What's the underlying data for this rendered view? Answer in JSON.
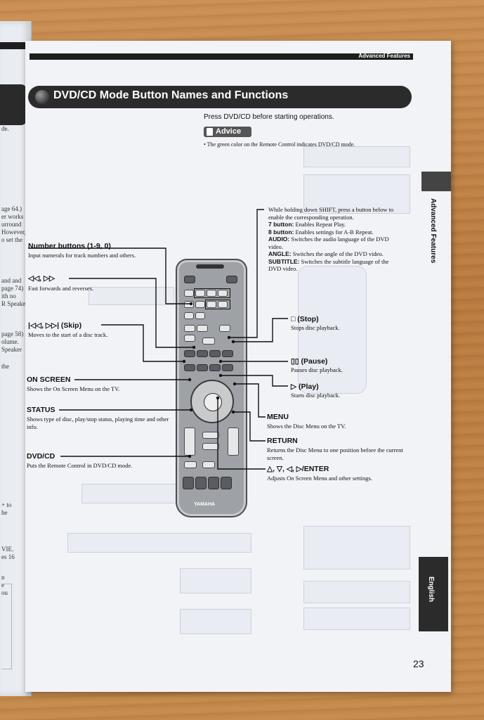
{
  "header": {
    "section": "Advanced Features",
    "title": "DVD/CD Mode Button Names and Functions"
  },
  "intro": "Press DVD/CD before starting operations.",
  "advice": {
    "label": "Advice",
    "text": "• The green color on the Remote Control indicates DVD/CD mode."
  },
  "shift_block": {
    "intro": "While holding down SHIFT, press a button below to enable the corresponding operation.",
    "b7_label": "7 button:",
    "b7_text": "Enables Repeat Play.",
    "b8_label": "8 button:",
    "b8_text": "Enables settings for A-B Repeat.",
    "audio_label": "AUDIO:",
    "audio_text": "Switches the audio language of the DVD video.",
    "angle_label": "ANGLE:",
    "angle_text": "Switches the angle of the DVD video.",
    "subtitle_label": "SUBTITLE:",
    "subtitle_text": "Switches the subtitle language of the DVD video."
  },
  "left": {
    "number_label": "Number buttons (1-9, 0)",
    "number_desc": "Input numerals for track numbers and others.",
    "ff_label": "◁◁, ▷▷",
    "ff_desc": "Fast forwards and reverses.",
    "skip_label": "|◁◁, ▷▷| (Skip)",
    "skip_desc": "Moves to the start of a disc track.",
    "onscreen_label": "ON SCREEN",
    "onscreen_desc": "Shows the On Screen Menu on the TV.",
    "status_label": "STATUS",
    "status_desc": "Shows type of disc, play/stop status, playing time and other info.",
    "dvdcd_label": "DVD/CD",
    "dvdcd_desc": "Puts the Remote Control in DVD/CD mode."
  },
  "right": {
    "stop_label": "□ (Stop)",
    "stop_desc": "Stops disc playback.",
    "pause_label": "▯▯ (Pause)",
    "pause_desc": "Pauses disc playback.",
    "play_label": "▷ (Play)",
    "play_desc": "Starts disc playback.",
    "menu_label": "MENU",
    "menu_desc": "Shows the Disc Menu on the TV.",
    "return_label": "RETURN",
    "return_desc": "Returns the Disc Menu to one position before the current screen.",
    "enter_label": "△, ▽, ◁, ▷/ENTER",
    "enter_desc": "Adjusts On Screen Menu and other settings."
  },
  "side_tab": "Advanced Features",
  "language_tab": "English",
  "page_number": "23",
  "remote": {
    "brand": "YAMAHA"
  },
  "left_page_fragments": [
    "de.",
    "age 64.)",
    "er works",
    "urround",
    "However,",
    "o set the",
    "and and",
    "page 74)",
    "ith no",
    "R Speaker",
    "page 58)",
    "olume.",
    "Speaker",
    "the",
    "+ to",
    "he",
    "VIE.",
    "es 16",
    "n",
    "e",
    "ou"
  ]
}
